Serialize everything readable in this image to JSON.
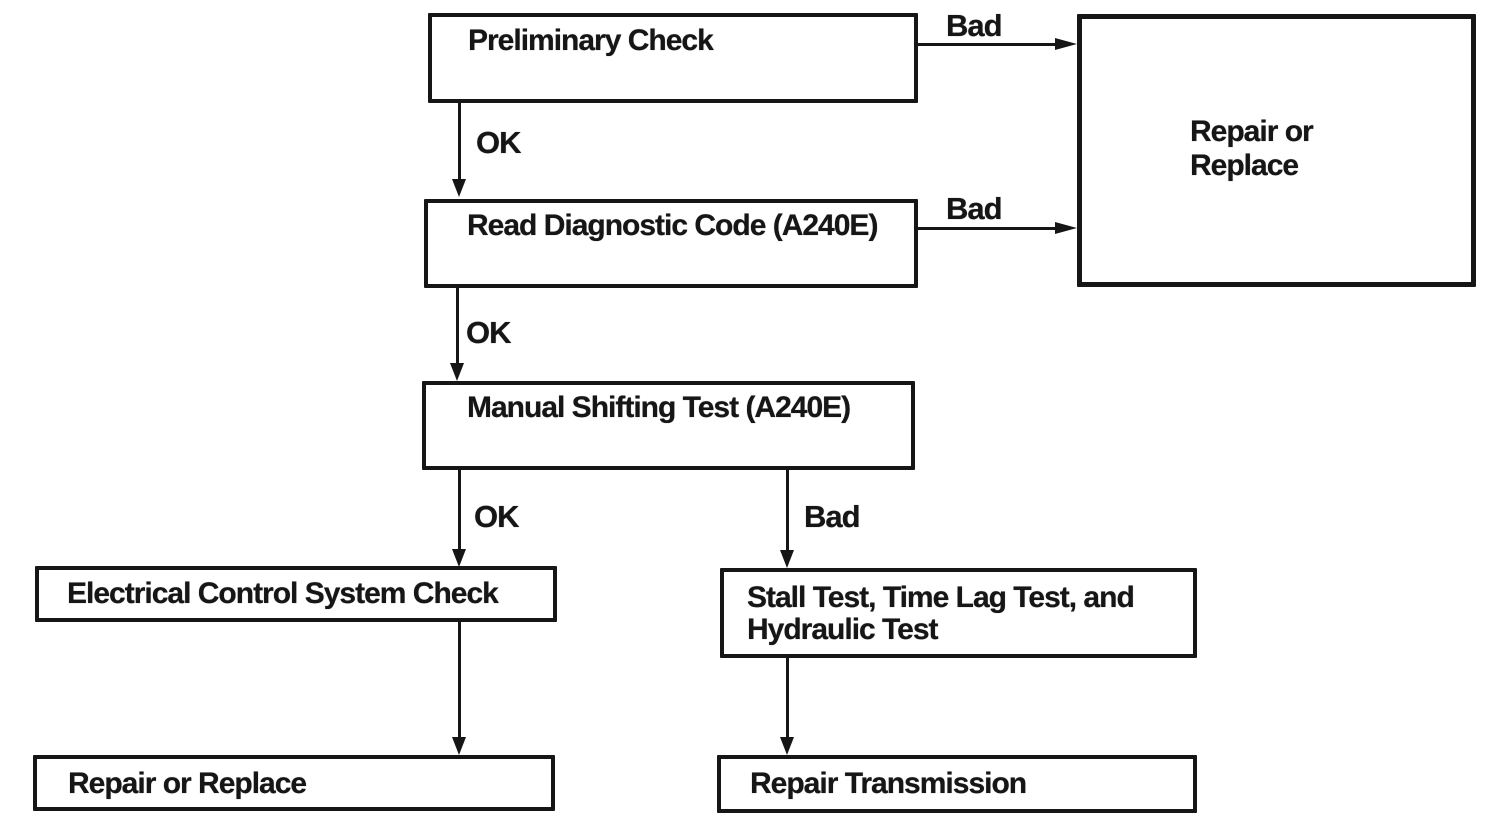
{
  "diagram_type": "flowchart",
  "colors": {
    "ink": "#161616",
    "paper": "#ffffff"
  },
  "nodes": {
    "preliminary_check": {
      "label": "Preliminary Check"
    },
    "read_diagnostic": {
      "label": "Read Diagnostic Code (A240E)"
    },
    "manual_shifting": {
      "label": "Manual Shifting Test (A240E)"
    },
    "repair_or_replace_right": {
      "label": "Repair or\nReplace"
    },
    "electrical_check": {
      "label": "Electrical Control System Check"
    },
    "stall_test": {
      "label": "Stall Test, Time Lag Test, and\nHydraulic Test"
    },
    "repair_or_replace_bottom": {
      "label": "Repair or Replace"
    },
    "repair_transmission": {
      "label": "Repair Transmission"
    }
  },
  "edges": {
    "ok_1": {
      "label": "OK"
    },
    "ok_2": {
      "label": "OK"
    },
    "ok_3": {
      "label": "OK"
    },
    "bad_1": {
      "label": "Bad"
    },
    "bad_2": {
      "label": "Bad"
    },
    "bad_3": {
      "label": "Bad"
    }
  }
}
